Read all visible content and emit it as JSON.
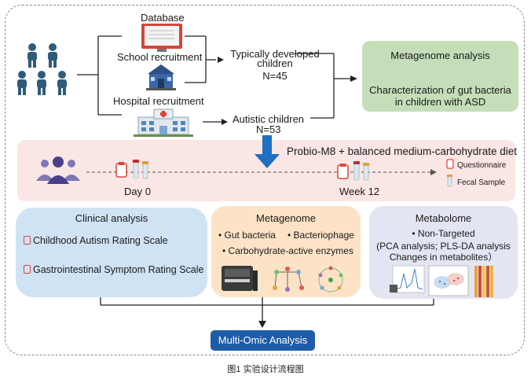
{
  "diagram": {
    "recruitment": {
      "database": "Database",
      "school": "School recruitment",
      "hospital": "Hospital recruitment"
    },
    "groups": {
      "typical_line1": "Typically developed",
      "typical_line2": "children",
      "typical_n": "N=45",
      "autistic": "Autistic children",
      "autistic_n": "N=53"
    },
    "metagenome_box": {
      "title": "Metagenome analysis",
      "line1": "Characterization of gut bacteria",
      "line2": "in children with ASD"
    },
    "intervention": {
      "title": "Probio-M8 + balanced medium-carbohydrate diet",
      "day0": "Day 0",
      "week12": "Week 12",
      "legend_questionnaire": "Questionnaire",
      "legend_fecal": "Fecal Sample"
    },
    "clinical": {
      "title": "Clinical analysis",
      "item1": "Childhood Autism Rating Scale",
      "item2": "Gastrointestinal Symptom Rating Scale"
    },
    "metagenome": {
      "title": "Metagenome",
      "item1": "• Gut bacteria",
      "item2": "• Bacteriophage",
      "item3": "• Carbohydrate-active enzymes"
    },
    "metabolome": {
      "title": "Metabolome",
      "item1": "• Non-Targeted",
      "item2": "(PCA analysis; PLS-DA analysis",
      "item3": "Changes in metabolites）"
    },
    "final": "Multi-Omic Analysis",
    "caption": "图1  实验设计流程图"
  },
  "colors": {
    "people": "#2e5c7a",
    "arrow_blue": "#1f6fc2",
    "green_box": "#c5deb9",
    "pink_band": "#fae6e4",
    "blue_box": "#cfe3f5",
    "orange_box": "#fde3c6",
    "purple_box": "#e4e5f2",
    "final_box": "#1e5ca8"
  }
}
